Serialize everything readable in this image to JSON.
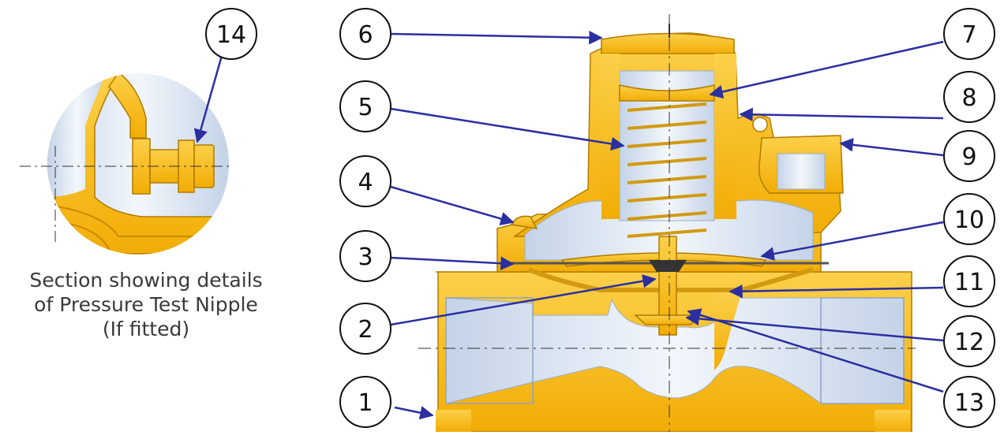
{
  "caption": {
    "line1": "Section showing details",
    "line2": "of Pressure Test Nipple",
    "line3": "(If fitted)"
  },
  "callouts": [
    "1",
    "2",
    "3",
    "4",
    "5",
    "6",
    "7",
    "8",
    "9",
    "10",
    "11",
    "12",
    "13",
    "14"
  ],
  "colors": {
    "body": "#f5b70d",
    "body_edge": "#c88a00",
    "cavity": "#dde8f5",
    "leader": "#2b2fa0",
    "outline": "#111111"
  }
}
